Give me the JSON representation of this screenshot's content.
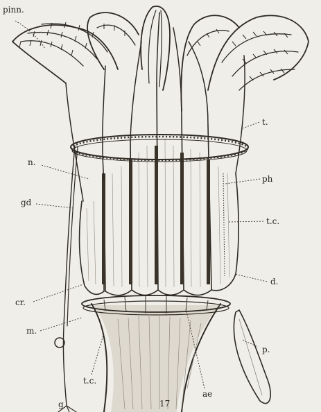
{
  "labels": {
    "pinn": "pinn.",
    "t": "t.",
    "n": "n.",
    "ph": "ph",
    "gd": "gd",
    "tc_right": "t.c.",
    "d": "d.",
    "cr": "cr.",
    "m": "m.",
    "p": "p.",
    "ae": "ae",
    "tc_left": "t.c.",
    "g": "g",
    "figure_number": "17"
  },
  "colors": {
    "paper": "#efeee9",
    "ink": "#2e2922",
    "shade": "#8f887c"
  }
}
